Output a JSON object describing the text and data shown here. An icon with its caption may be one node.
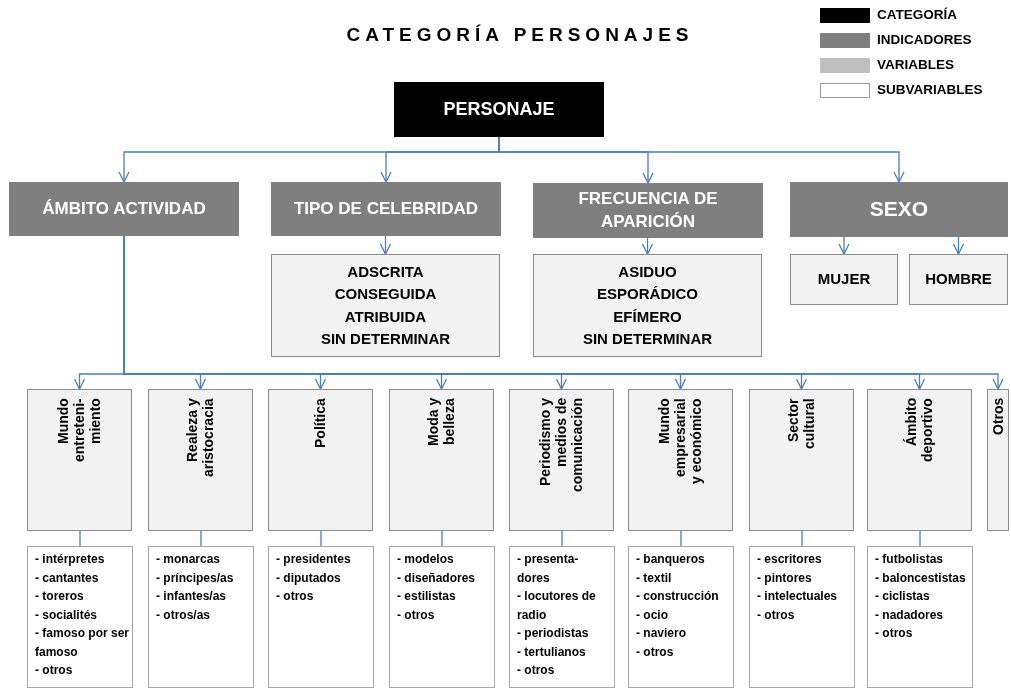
{
  "diagram": {
    "title": "CATEGORÍA PERSONAJES",
    "nodes": [
      {
        "text": [
          "PERSONAJE"
        ]
      },
      {
        "text": [
          "ÁMBITO ACTIVIDAD"
        ]
      },
      {
        "text": [
          "TIPO DE CELEBRIDAD"
        ]
      },
      {
        "text": [
          "FRECUENCIA DE APARICIÓN"
        ]
      },
      {
        "text": [
          "SEXO"
        ]
      },
      {
        "text": [
          "ADSCRITA",
          "CONSEGUIDA",
          "ATRIBUIDA",
          "SIN DETERMINAR"
        ]
      },
      {
        "text": [
          "ASIDUO",
          "ESPORÁDICO",
          "EFÍMERO",
          "SIN DETERMINAR"
        ]
      },
      {
        "text": [
          "MUJER"
        ]
      },
      {
        "text": [
          "HOMBRE"
        ]
      },
      {
        "text": [
          "Mundo entreteni- miento"
        ]
      },
      {
        "text": [
          "Realeza y aristocracia"
        ]
      },
      {
        "text": [
          "Política"
        ]
      },
      {
        "text": [
          "Moda y belleza"
        ]
      },
      {
        "text": [
          "Periodismo y medios de comunicación"
        ]
      },
      {
        "text": [
          "Mundo empresarial y económico"
        ]
      },
      {
        "text": [
          "Sector cultural"
        ]
      },
      {
        "text": [
          "Ámbito deportivo"
        ]
      },
      {
        "text": [
          "Otros"
        ]
      },
      {
        "text": [
          "- intérpretes",
          "- cantantes",
          "- toreros",
          "- socialités",
          "- famoso por ser famoso",
          "- otros"
        ]
      },
      {
        "text": [
          "- monarcas",
          "- príncipes/as",
          "- infantes/as",
          "- otros/as"
        ]
      },
      {
        "text": [
          "- presidentes",
          "- diputados",
          "- otros"
        ]
      },
      {
        "text": [
          "- modelos",
          "- diseñadores",
          "- estilistas",
          "- otros"
        ]
      },
      {
        "text": [
          "- presenta- dores",
          "- locutores de radio",
          "- periodistas",
          "- tertulianos",
          "- otros"
        ]
      },
      {
        "text": [
          "- banqueros",
          "- textil",
          "- construcción",
          "- ocio",
          "- naviero",
          "- otros"
        ]
      },
      {
        "text": [
          "- escritores",
          "- pintores",
          "- intelectuales",
          "- otros"
        ]
      },
      {
        "text": [
          "- futbolistas",
          "- baloncestistas",
          "- ciclistas",
          "- nadadores",
          "- otros"
        ]
      }
    ],
    "edges": [
      {
        "from": 0,
        "to": 1,
        "arrow": "to"
      },
      {
        "from": 0,
        "to": 2,
        "arrow": "to"
      },
      {
        "from": 0,
        "to": 3,
        "arrow": "to"
      },
      {
        "from": 0,
        "to": 4,
        "arrow": "to"
      },
      {
        "from": 2,
        "to": 5,
        "arrow": "to"
      },
      {
        "from": 3,
        "to": 6,
        "arrow": "to"
      },
      {
        "from": 4,
        "to": 7,
        "arrow": "to"
      },
      {
        "from": 4,
        "to": 8,
        "arrow": "to"
      },
      {
        "from": 1,
        "to": 9,
        "arrow": "to"
      },
      {
        "from": 1,
        "to": 10,
        "arrow": "to"
      },
      {
        "from": 1,
        "to": 11,
        "arrow": "to"
      },
      {
        "from": 1,
        "to": 12,
        "arrow": "to"
      },
      {
        "from": 1,
        "to": 13,
        "arrow": "to"
      },
      {
        "from": 1,
        "to": 14,
        "arrow": "to"
      },
      {
        "from": 1,
        "to": 15,
        "arrow": "to"
      },
      {
        "from": 1,
        "to": 16,
        "arrow": "to"
      },
      {
        "from": 1,
        "to": 17,
        "arrow": "to"
      },
      {
        "from": 9,
        "to": 18,
        "arrow": "none"
      },
      {
        "from": 10,
        "to": 19,
        "arrow": "none"
      },
      {
        "from": 11,
        "to": 20,
        "arrow": "none"
      },
      {
        "from": 12,
        "to": 21,
        "arrow": "none"
      },
      {
        "from": 13,
        "to": 22,
        "arrow": "none"
      },
      {
        "from": 14,
        "to": 23,
        "arrow": "none"
      },
      {
        "from": 15,
        "to": 24,
        "arrow": "none"
      },
      {
        "from": 16,
        "to": 25,
        "arrow": "none"
      }
    ],
    "legend": [
      {
        "text": "CATEGORÍA",
        "color": "#000000"
      },
      {
        "text": "INDICADORES",
        "color": "#7f7f7f"
      },
      {
        "text": "VARIABLES",
        "color": "#bfbfbf"
      },
      {
        "text": "SUBVARIABLES",
        "color": "#ffffff"
      }
    ]
  }
}
